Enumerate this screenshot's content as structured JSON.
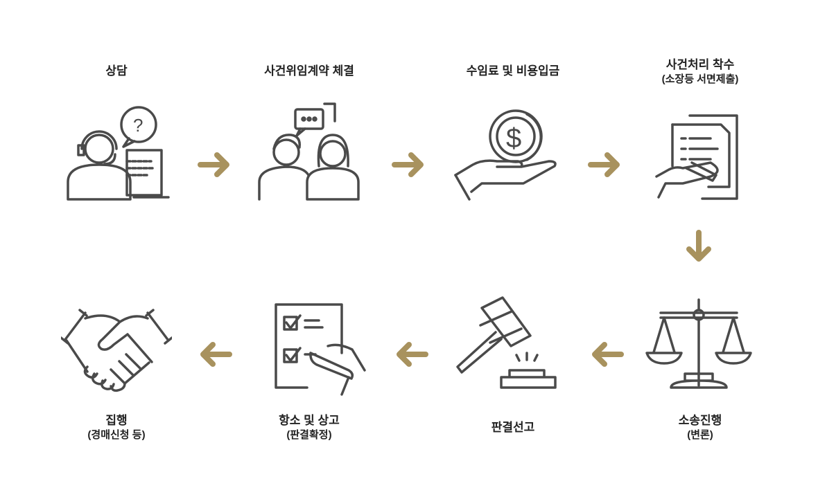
{
  "colors": {
    "arrow": "#a8925e",
    "icon": "#4a4a4a"
  },
  "steps": [
    {
      "title": "상담",
      "sub": "",
      "icon": "consultant-headset-icon"
    },
    {
      "title": "사건위임계약 체결",
      "sub": "",
      "icon": "two-people-chat-icon"
    },
    {
      "title": "수임료 및 비용입금",
      "sub": "",
      "icon": "hand-coin-icon"
    },
    {
      "title": "사건처리 착수",
      "sub": "(소장등 서면제출)",
      "icon": "document-writing-icon"
    },
    {
      "title": "소송진행",
      "sub": "(변론)",
      "icon": "scales-icon"
    },
    {
      "title": "판결선고",
      "sub": "",
      "icon": "gavel-icon"
    },
    {
      "title": "항소 및 상고",
      "sub": "(판결확정)",
      "icon": "checklist-icon"
    },
    {
      "title": "집행",
      "sub": "(경매신청 등)",
      "icon": "handshake-icon"
    }
  ]
}
